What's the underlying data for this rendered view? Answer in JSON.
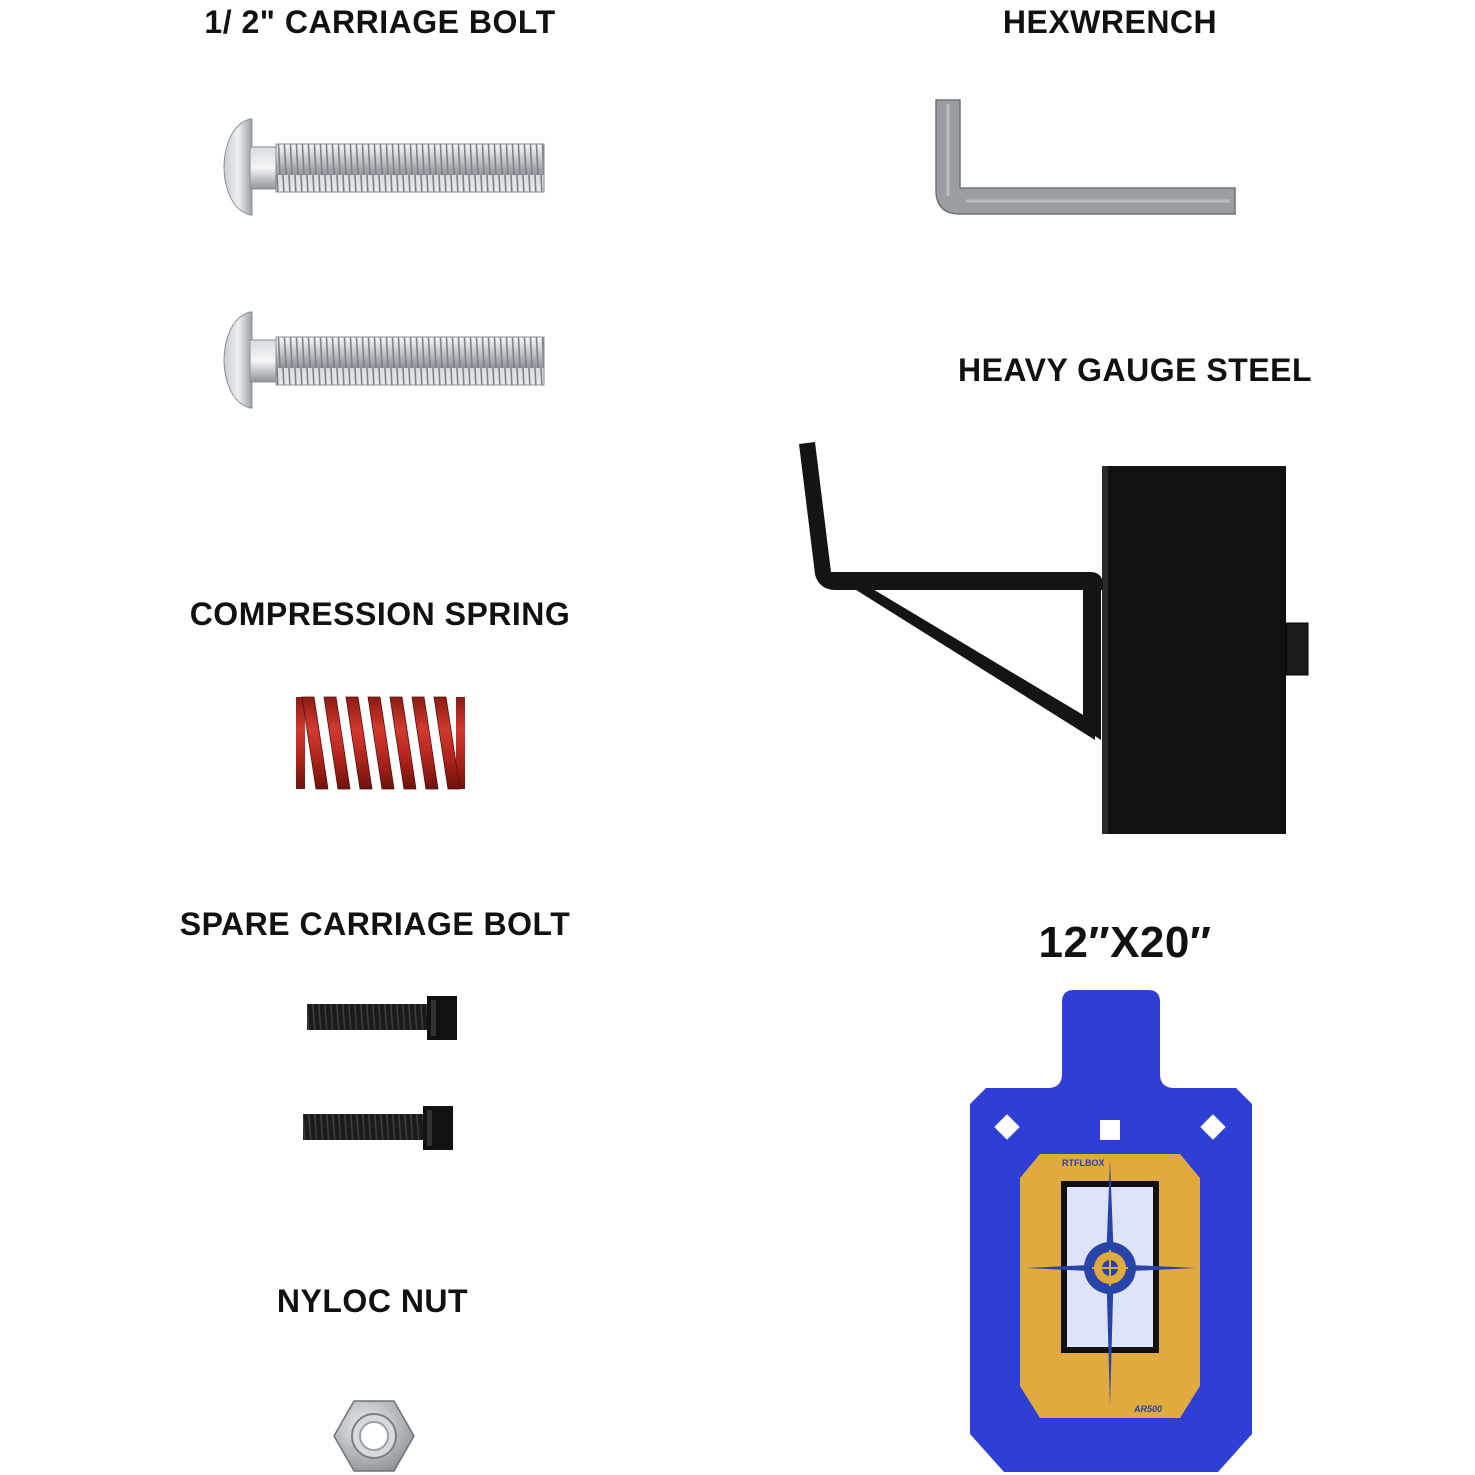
{
  "labels": {
    "carriage_bolt": "1/ 2\" CARRIAGE BOLT",
    "hexwrench": "HEXWRENCH",
    "heavy_gauge_steel": "HEAVY GAUGE STEEL",
    "compression_spring": "COMPRESSION SPRING",
    "spare_carriage_bolt": "SPARE CARRIAGE BOLT",
    "target_size": "12″X20″",
    "nyloc_nut": "NYLOC NUT"
  },
  "target_plate": {
    "brand": "RTFLBOX",
    "grade": "AR500"
  },
  "colors": {
    "target_blue": "#2f3fd6",
    "target_gold": "#e0aa3e",
    "target_center": "#dde4f7",
    "spring_red": "#b3261e",
    "bolt_steel": "#b9bdc2",
    "steel_black": "#111111",
    "wrench_gray": "#9a9ea3"
  }
}
